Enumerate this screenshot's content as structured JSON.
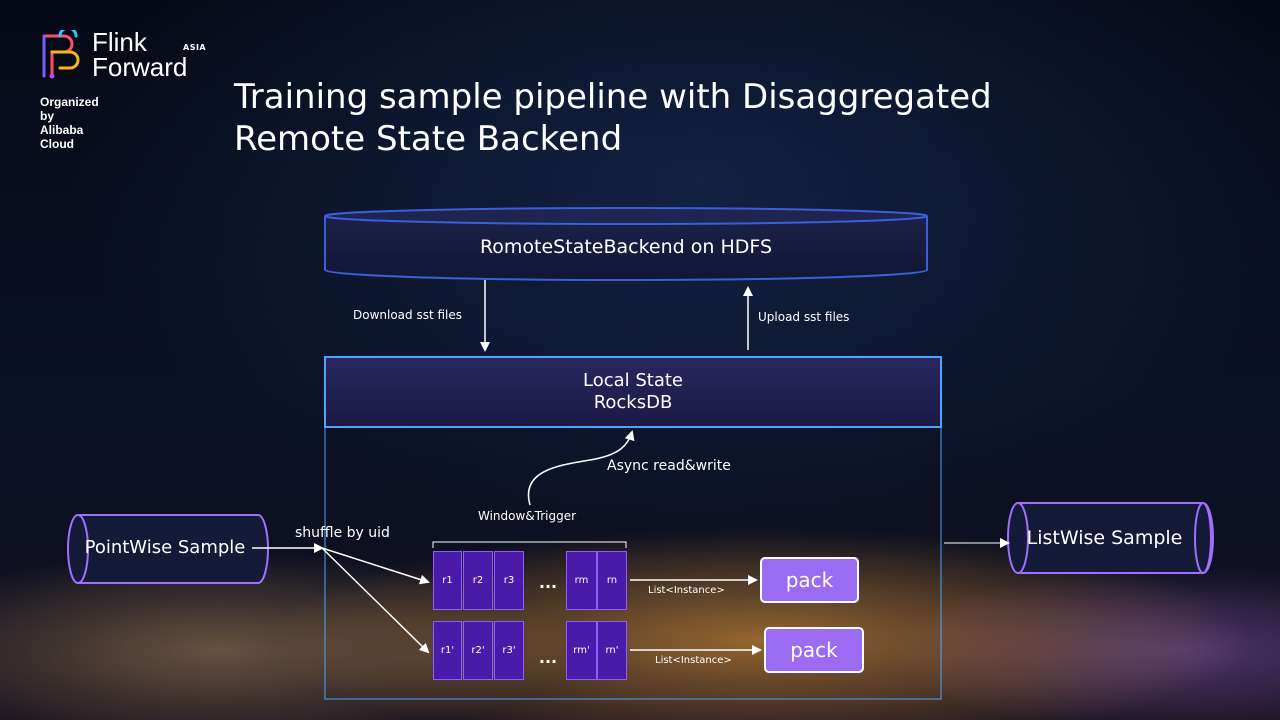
{
  "logo": {
    "line1": "Flink",
    "line2": "Forward",
    "badge": "ASIA",
    "org": "Organized by Alibaba Cloud"
  },
  "title": {
    "line1": "Training sample pipeline with Disaggregated",
    "line2": "Remote State Backend"
  },
  "remote": {
    "label": "RomoteStateBackend  on HDFS",
    "download_label": "Download sst files",
    "upload_label": "Upload sst files"
  },
  "local_state": {
    "line1": "Local State",
    "line2": "RocksDB"
  },
  "async_label": "Async read&write",
  "window_label": "Window&Trigger",
  "shuffle_label": "shuffle by uid",
  "pointwise_label": "PointWise Sample",
  "listwise_label": "ListWise Sample",
  "row1": {
    "cells": [
      "r1",
      "r2",
      "r3",
      "rm",
      "rn"
    ],
    "dots": "...",
    "list_label": "List<Instance>",
    "pack_label": "pack"
  },
  "row2": {
    "cells": [
      "r1'",
      "r2'",
      "r3'",
      "rm'",
      "rn'"
    ],
    "dots": "...",
    "list_label": "List<Instance>",
    "pack_label": "pack"
  },
  "colors": {
    "accent_blue": "#4ea3ff",
    "cell_purple": "#4a1aa8",
    "cell_border": "#8e5cff",
    "pack_purple": "#9b6cf2",
    "cylinder_border": "#a070ff"
  }
}
